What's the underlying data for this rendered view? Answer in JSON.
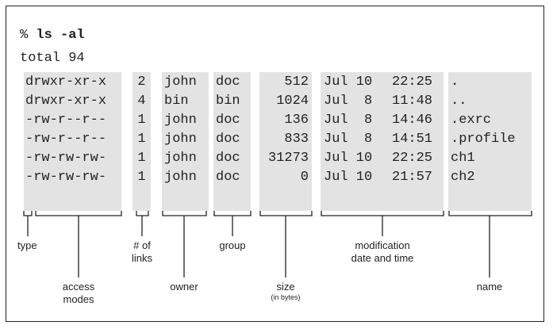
{
  "command": {
    "prompt": "%",
    "text": "ls -al"
  },
  "total_line": "total 94",
  "rows": [
    {
      "mode": "drwxr-xr-x",
      "links": "2",
      "owner": "john",
      "group": "doc",
      "size": "512",
      "date": "Jul 10",
      "time": "22:25",
      "name": "."
    },
    {
      "mode": "drwxr-xr-x",
      "links": "4",
      "owner": "bin",
      "group": "bin",
      "size": "1024",
      "date": "Jul  8",
      "time": "11:48",
      "name": ".."
    },
    {
      "mode": "-rw-r--r--",
      "links": "1",
      "owner": "john",
      "group": "doc",
      "size": "136",
      "date": "Jul  8",
      "time": "14:46",
      "name": ".exrc"
    },
    {
      "mode": "-rw-r--r--",
      "links": "1",
      "owner": "john",
      "group": "doc",
      "size": "833",
      "date": "Jul  8",
      "time": "14:51",
      "name": ".profile"
    },
    {
      "mode": "-rw-rw-rw-",
      "links": "1",
      "owner": "john",
      "group": "doc",
      "size": "31273",
      "date": "Jul 10",
      "time": "22:25",
      "name": "ch1"
    },
    {
      "mode": "-rw-rw-rw-",
      "links": "1",
      "owner": "john",
      "group": "doc",
      "size": "0",
      "date": "Jul 10",
      "time": "21:57",
      "name": "ch2"
    }
  ],
  "labels": {
    "type": "type",
    "access_modes_1": "access",
    "access_modes_2": "modes",
    "links_1": "# of",
    "links_2": "links",
    "owner": "owner",
    "group": "group",
    "size": "size",
    "size_note": "(in bytes)",
    "modification_1": "modification",
    "modification_2": "date and time",
    "name": "name"
  }
}
